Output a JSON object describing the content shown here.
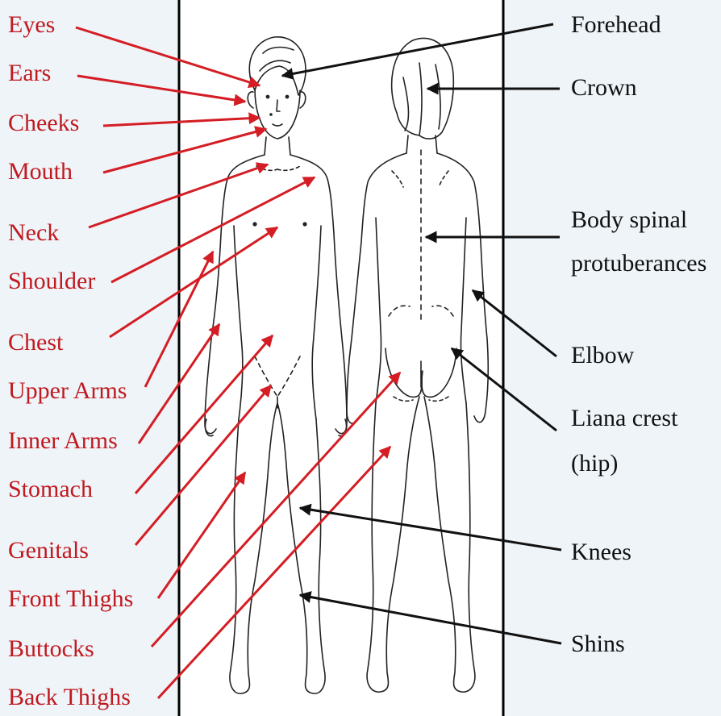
{
  "left_labels": [
    {
      "text": "Eyes"
    },
    {
      "text": "Ears"
    },
    {
      "text": "Cheeks"
    },
    {
      "text": "Mouth"
    },
    {
      "text": "Neck"
    },
    {
      "text": "Shoulder"
    },
    {
      "text": "Chest"
    },
    {
      "text": "Upper Arms"
    },
    {
      "text": "Inner Arms"
    },
    {
      "text": "Stomach"
    },
    {
      "text": "Genitals"
    },
    {
      "text": "Front Thighs"
    },
    {
      "text": "Buttocks"
    },
    {
      "text": "Back Thighs"
    }
  ],
  "right_labels": [
    {
      "text": "Forehead"
    },
    {
      "text": "Crown"
    },
    {
      "text": "Body spinal"
    },
    {
      "text": "protuberances"
    },
    {
      "text": "Elbow"
    },
    {
      "text": "Liana crest"
    },
    {
      "text": "(hip)"
    },
    {
      "text": "Knees"
    },
    {
      "text": "Shins"
    }
  ],
  "colors": {
    "left_label": "#c0191f",
    "right_label": "#111111",
    "arrow_left": "#d41d24",
    "arrow_right": "#111111",
    "background": "#eef4f8",
    "panel": "#ffffff"
  }
}
